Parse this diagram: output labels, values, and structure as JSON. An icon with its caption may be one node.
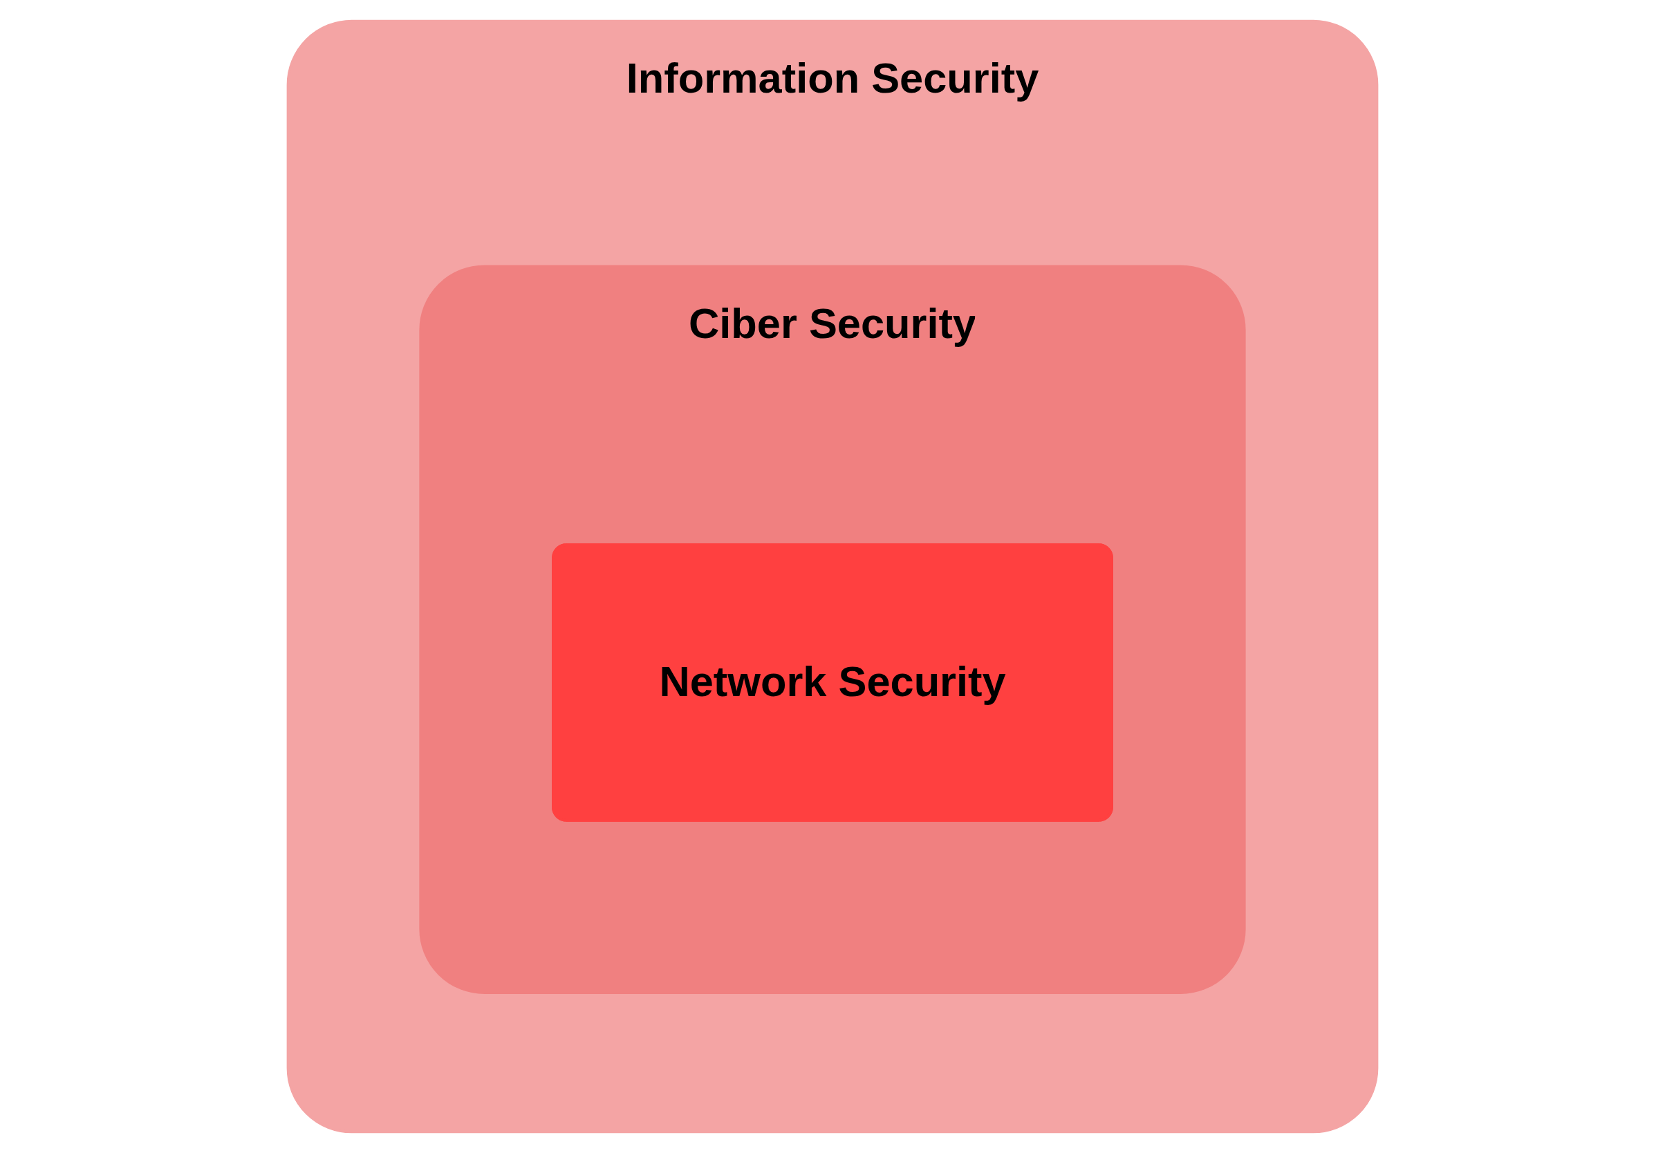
{
  "diagram": {
    "nodes": [
      {
        "text": [
          "Information Security"
        ]
      },
      {
        "text": [
          "Ciber Security"
        ],
        "in": 0
      },
      {
        "text": [
          "Network Security"
        ],
        "in": 1
      }
    ],
    "edges": []
  }
}
